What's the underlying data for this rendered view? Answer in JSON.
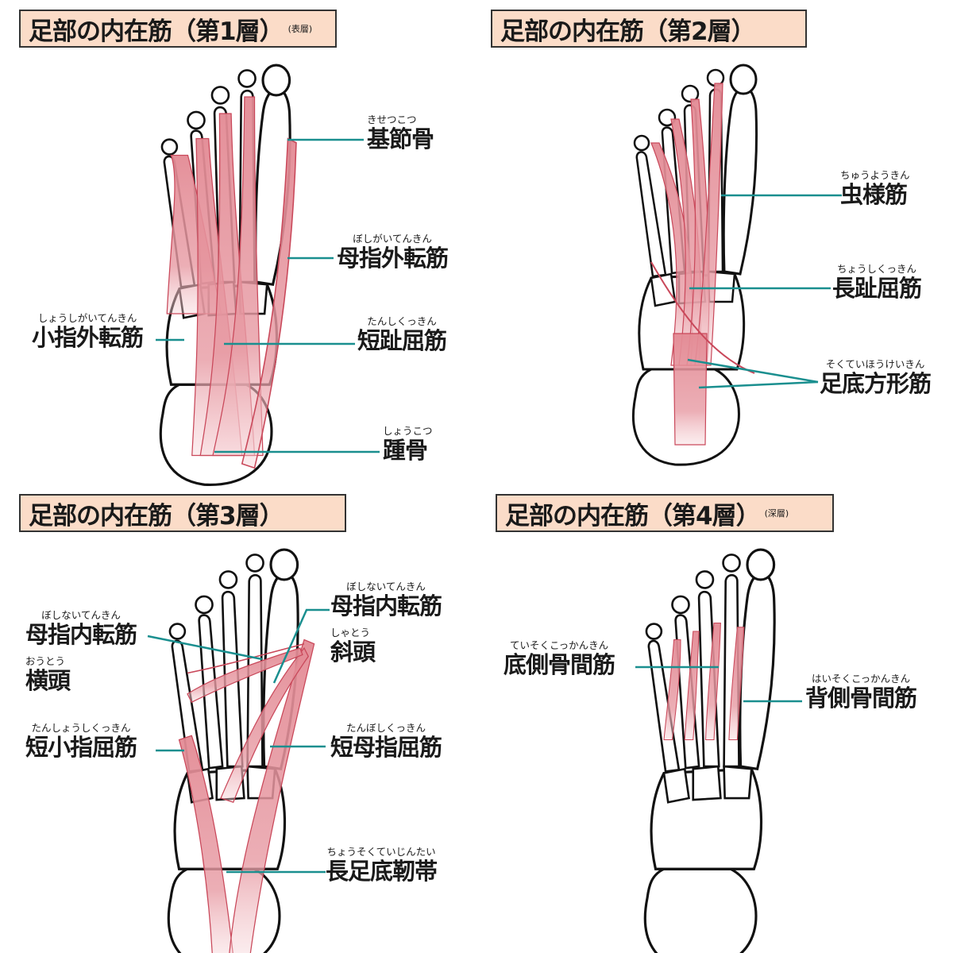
{
  "panels": [
    {
      "title": "足部の内在筋（第1層）",
      "subtitle": "(表層)",
      "labels": [
        {
          "ruby": "きせつこつ",
          "text": "基節骨"
        },
        {
          "ruby": "ぼしがいてんきん",
          "text": "母指外転筋"
        },
        {
          "ruby": "しょうしがいてんきん",
          "text": "小指外転筋"
        },
        {
          "ruby": "たんしくっきん",
          "text": "短趾屈筋"
        },
        {
          "ruby": "しょうこつ",
          "text": "踵骨"
        }
      ]
    },
    {
      "title": "足部の内在筋（第2層）",
      "subtitle": "",
      "labels": [
        {
          "ruby": "ちゅうようきん",
          "text": "虫様筋"
        },
        {
          "ruby": "ちょうしくっきん",
          "text": "長趾屈筋"
        },
        {
          "ruby": "そくていほうけいきん",
          "text": "足底方形筋"
        }
      ]
    },
    {
      "title": "足部の内在筋（第3層）",
      "subtitle": "",
      "labels": [
        {
          "ruby": "ぼしないてんきん",
          "text": "母指内転筋"
        },
        {
          "ruby": "しゃとう",
          "text": "斜頭"
        },
        {
          "ruby": "ぼしないてんきん",
          "text": "母指内転筋"
        },
        {
          "ruby": "おうとう",
          "text": "横頭"
        },
        {
          "ruby": "たんしょうしくっきん",
          "text": "短小指屈筋"
        },
        {
          "ruby": "たんぼしくっきん",
          "text": "短母指屈筋"
        },
        {
          "ruby": "ちょうそくていじんたい",
          "text": "長足底靭帯"
        }
      ]
    },
    {
      "title": "足部の内在筋（第4層）",
      "subtitle": "(深層)",
      "labels": [
        {
          "ruby": "ていそくこっかんきん",
          "text": "底側骨間筋"
        },
        {
          "ruby": "はいそくこっかんきん",
          "text": "背側骨間筋"
        }
      ]
    }
  ],
  "colors": {
    "title_bg": "#fbdcc8",
    "leader": "#1a8f8f",
    "muscle": "#e07a86",
    "bone_outline": "#111111"
  }
}
